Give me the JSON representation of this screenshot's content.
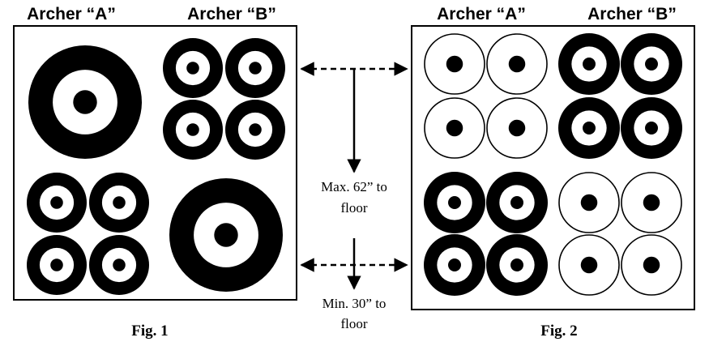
{
  "colors": {
    "ink": "#000000",
    "paper": "#ffffff"
  },
  "figure1": {
    "header_a": "Archer “A”",
    "header_b": "Archer “B”",
    "caption": "Fig. 1"
  },
  "figure2": {
    "header_a": "Archer “A”",
    "header_b": "Archer “B”",
    "caption": "Fig. 2"
  },
  "notes": {
    "max_line1": "Max. 62” to",
    "max_line2": "floor",
    "min_line1": "Min. 30” to",
    "min_line2": "floor"
  }
}
